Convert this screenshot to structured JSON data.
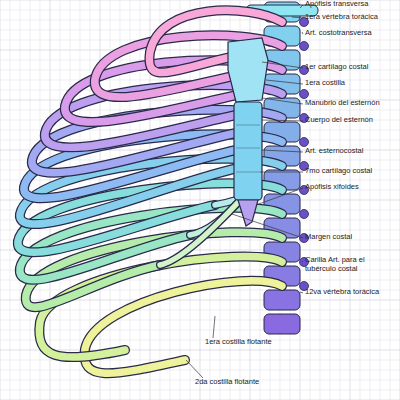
{
  "diagram": {
    "labels": [
      "Apófisis transversa",
      "1era vértebra torácica",
      "Art. costotransversa",
      "1er cartílago costal",
      "1era costilla",
      "Manubrio del esternón",
      "Cuerpo del esternón",
      "Art. esternocostal",
      "7mo cartílago costal",
      "Apófisis xifoides",
      "Margen costal",
      "Carilla Art. para el tubérculo costal",
      "12va vértebra torácica",
      "1era costilla flotante",
      "2da costilla flotante"
    ]
  }
}
